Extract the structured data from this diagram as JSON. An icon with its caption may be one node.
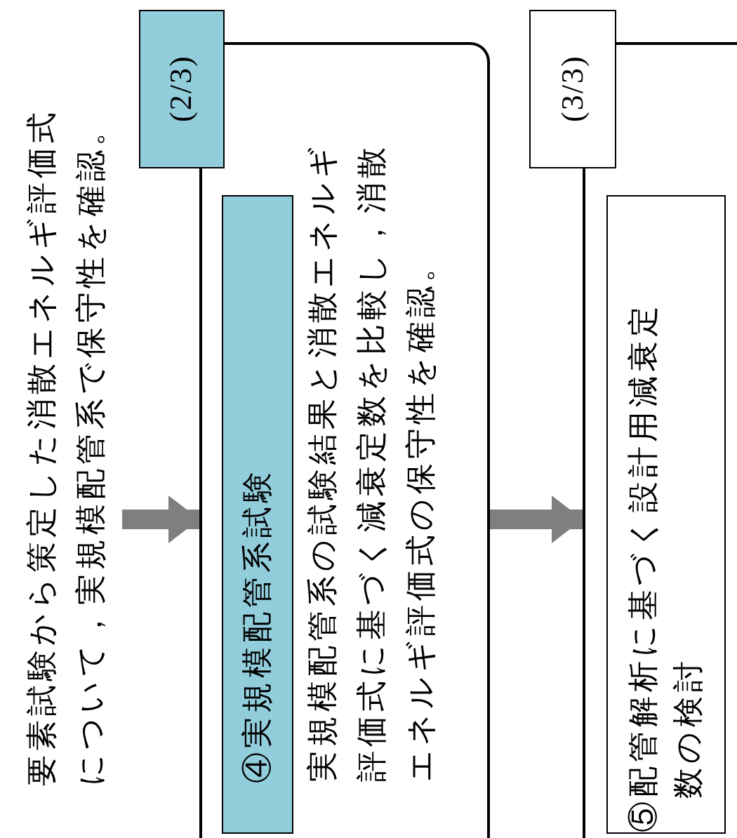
{
  "diagram": {
    "nodes": [
      {
        "text": [
          "要素試験から策定した消散エネルギ評価式について，実規模配管系で保守性を確認。"
        ]
      },
      {
        "text": [
          "(2/3)",
          "実規模配管系の試験結果と消散エネルギ評価式に基づく減衰定数を比較し，消散エネルギ評価式の保守性を確認。"
        ]
      },
      {
        "text": [
          "④実規模配管系試験"
        ],
        "in": 1
      },
      {
        "text": [
          "(3/3)"
        ]
      },
      {
        "text": [
          "⑤配管解析に基づく設計用減衰定数の検討"
        ],
        "in": 3
      }
    ],
    "edges": [
      {
        "from": 0,
        "to": 1,
        "arrow": "to"
      },
      {
        "from": 1,
        "to": 3,
        "arrow": "to"
      }
    ]
  }
}
